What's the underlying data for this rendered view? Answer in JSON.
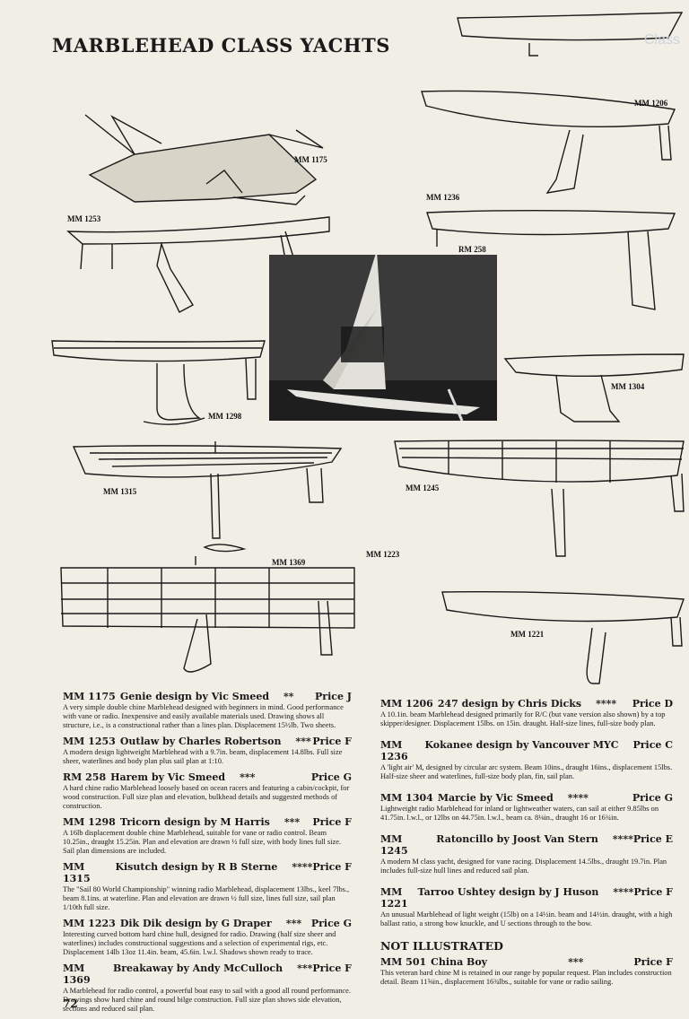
{
  "page": {
    "title": "MARBLEHEAD CLASS YACHTS",
    "page_number": "72"
  },
  "drawing_labels": {
    "mm1175": "MM 1175",
    "mm1253": "MM 1253",
    "mm1298": "MM 1298",
    "mm1315": "MM 1315",
    "mm1369": "MM 1369",
    "mm1206": "MM 1206",
    "mm1236": "MM 1236",
    "rm258": "RM 258",
    "mm1304": "MM 1304",
    "mm1245": "MM 1245",
    "mm1223": "MM 1223",
    "mm1221": "MM 1221"
  },
  "left_entries": [
    {
      "code": "MM 1175",
      "title": "Genie design by Vic Smeed",
      "stars": "**",
      "price": "Price J",
      "desc": "A very simple double chine Marblehead designed with beginners in mind. Good performance with vane or radio. Inexpensive and easily available materials used. Drawing shows all structure, i.e., is a constructional rather than a lines plan. Displacement 15½lb. Two sheets."
    },
    {
      "code": "MM 1253",
      "title": "Outlaw by Charles Robertson",
      "stars": "***",
      "price": "Price F",
      "desc": "A modern design lightweight Marblehead with a 9.7in. beam, displacement 14.8lbs. Full size sheer, waterlines and body plan plus sail plan at 1:10."
    },
    {
      "code": "RM 258",
      "title": "Harem by Vic Smeed",
      "stars": "***",
      "price": "Price G",
      "desc": "A hard chine radio Marblehead loosely based on ocean racers and featuring a cabin/cockpit, for wood construction. Full size plan and elevation, bulkhead details and suggested methods of construction."
    },
    {
      "code": "MM 1298",
      "title": "Tricorn design by M Harris",
      "stars": "***",
      "price": "Price F",
      "desc": "A 16lb displacement double chine Marblehead, suitable for vane or radio control. Beam 10.25in., draught 15.25in. Plan and elevation are drawn ½ full size, with body lines full size. Sail plan dimensions are included."
    },
    {
      "code": "MM 1315",
      "title": "Kisutch design by R B Sterne",
      "stars": "****",
      "price": "Price F",
      "desc": "The \"Sail 80 World Championship\" winning radio Marblehead, displacement 13lbs., keel 7lbs., beam 8.1ins. at waterline. Plan and elevation are drawn ½ full size, lines full size, sail plan 1/10th full size."
    },
    {
      "code": "MM 1223",
      "title": "Dik Dik design by G Draper",
      "stars": "***",
      "price": "Price G",
      "desc": "Interesting curved bottom hard chine hull, designed for radio. Drawing (half size sheer and waterlines) includes constructional suggestions and a selection of experimental rigs, etc. Displacement 14lb 13oz 11.4in. beam, 45.6in. l.w.l. Shadows shown ready to trace."
    },
    {
      "code": "MM 1369",
      "title": "Breakaway by Andy McCulloch",
      "stars": "***",
      "price": "Price F",
      "desc": "A Marblehead for radio control, a powerful boat easy to sail with a good all round performance. Drawings show hard chine and round bilge construction. Full size plan shows side elevation, sections and reduced sail plan."
    }
  ],
  "right_entries": [
    {
      "code": "MM 1206",
      "title": "247 design by Chris Dicks",
      "stars": "****",
      "price": "Price D",
      "desc": "A 10.1in. beam Marblehead designed primarily for R/C (but vane version also shown) by a top skipper/designer. Displacement 15lbs. on 15in. draught. Half-size lines, full-size body plan."
    },
    {
      "code": "MM 1236",
      "title": "Kokanee design by Vancouver MYC",
      "stars": "",
      "price": "Price C",
      "desc": "A 'light air' M, designed by circular arc system. Beam 10ins., draught 16ins., displacement 15lbs. Half-size sheer and waterlines, full-size body plan, fin, sail plan."
    },
    {
      "code": "MM 1304",
      "title": "Marcie by Vic Smeed",
      "stars": "****",
      "price": "Price G",
      "desc": "Lightweight radio Marblehead for inland or lightweather waters, can sail at either 9.85lbs on 41.75in. l.w.l., or 12lbs on 44.75in. l.w.l., beam ca. 8⅛in., draught 16 or 16¾in."
    },
    {
      "code": "MM 1245",
      "title": "Ratoncillo by Joost Van Stern",
      "stars": "****",
      "price": "Price E",
      "desc": "A modern M class yacht, designed for vane racing. Displacement 14.5lbs., draught 19.7in. Plan includes full-size hull lines and reduced sail plan."
    },
    {
      "code": "MM 1221",
      "title": "Tarroo Ushtey design by J Huson",
      "stars": "****",
      "price": "Price F",
      "desc": "An unusual Marblehead of light weight (15lb) on a 14½in. beam and 14½in. draught, with a high ballast ratio, a strong bow knuckle, and U sections through to the bow."
    }
  ],
  "not_illustrated": {
    "heading": "NOT ILLUSTRATED",
    "entries": [
      {
        "code": "MM 501",
        "title": "China Boy",
        "stars": "***",
        "price": "Price F",
        "desc": "This veteran hard chine M is retained in our range by popular request. Plan includes construction detail. Beam 11⅝in., displacement 16¾lbs., suitable for vane or radio sailing."
      }
    ]
  }
}
